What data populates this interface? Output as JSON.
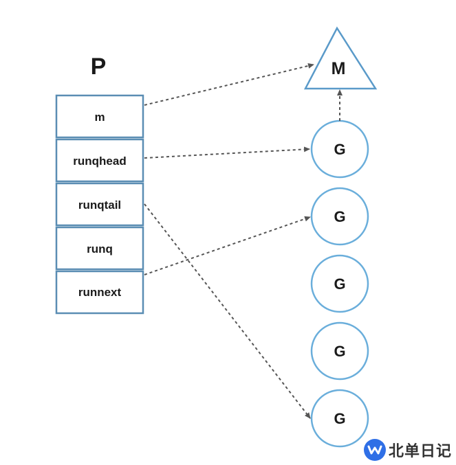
{
  "processor": {
    "title": "P",
    "fields": [
      "m",
      "runqhead",
      "runqtail",
      "runq",
      "runnext"
    ]
  },
  "machine": {
    "label": "M"
  },
  "goroutines": {
    "labels": [
      "G",
      "G",
      "G",
      "G",
      "G"
    ]
  },
  "watermark": {
    "text": "北单日记"
  },
  "colors": {
    "box_stroke": "#5a8db3",
    "circle_stroke": "#6aaedb",
    "arrow": "#555555",
    "watermark_logo": "#2f6fe6"
  }
}
